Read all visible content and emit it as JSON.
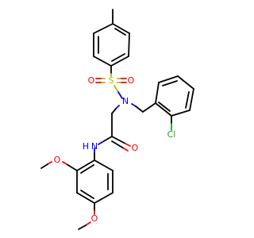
{
  "colors": {
    "carbon": "#000000",
    "oxygen": "#ff0000",
    "nitrogen": "#0000ff",
    "sulfur": "#b8b800",
    "chlorine": "#1fa01f",
    "background": "#ffffff"
  },
  "atoms": {
    "s": "S",
    "o_left": "O",
    "o_right": "O",
    "n_sulfonamide": "N",
    "cl": "Cl",
    "o_carbonyl": "O",
    "nh": "N",
    "h": "H",
    "o_methoxy_top": "O",
    "o_methoxy_bottom": "O"
  }
}
